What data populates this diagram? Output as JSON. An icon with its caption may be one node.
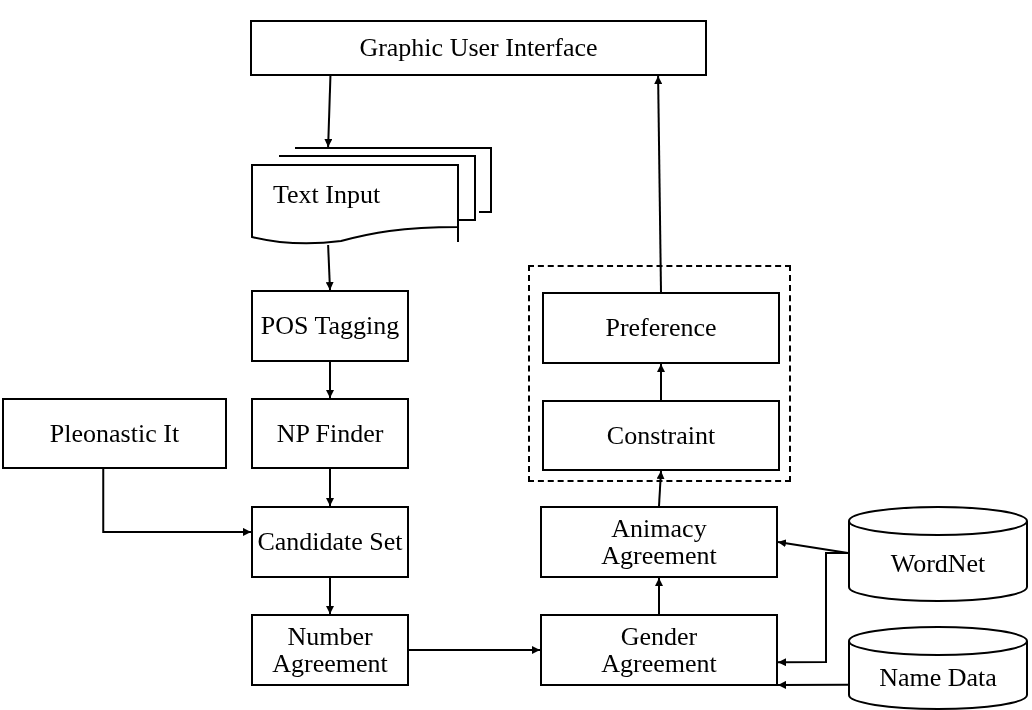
{
  "diagram": {
    "nodes": [
      {
        "text": [
          "Graphic User Interface"
        ]
      },
      {
        "text": [
          "Text Input"
        ]
      },
      {
        "text": [],
        "shape": "box"
      },
      {
        "text": [
          "Preference"
        ],
        "in": 2
      },
      {
        "text": [
          "POS Tagging"
        ]
      },
      {
        "text": [
          "Pleonastic It"
        ]
      },
      {
        "text": [
          "NP Finder"
        ]
      },
      {
        "text": [
          "Constraint"
        ],
        "in": 2
      },
      {
        "text": [
          "Candidate Set"
        ]
      },
      {
        "text": [
          "Animacy Agreement"
        ]
      },
      {
        "text": [
          "WordNet"
        ]
      },
      {
        "text": [
          "Number Agreement"
        ]
      },
      {
        "text": [
          "Gender Agreement"
        ]
      },
      {
        "text": [
          "Name Data"
        ]
      }
    ],
    "edges": [
      {
        "from": 0,
        "to": 1,
        "arrow": "to"
      },
      {
        "from": 1,
        "to": 4,
        "arrow": "to"
      },
      {
        "from": 4,
        "to": 6,
        "arrow": "to"
      },
      {
        "from": 6,
        "to": 8,
        "arrow": "to"
      },
      {
        "from": 5,
        "to": 8,
        "arrow": "to"
      },
      {
        "from": 8,
        "to": 11,
        "arrow": "to"
      },
      {
        "from": 11,
        "to": 12,
        "arrow": "to"
      },
      {
        "from": 12,
        "to": 9,
        "arrow": "to"
      },
      {
        "from": 9,
        "to": 7,
        "arrow": "to"
      },
      {
        "from": 7,
        "to": 3,
        "arrow": "to"
      },
      {
        "from": 3,
        "to": 0,
        "arrow": "to"
      },
      {
        "from": 10,
        "to": 9,
        "arrow": "to"
      },
      {
        "from": 10,
        "to": 12,
        "arrow": "to"
      },
      {
        "from": 13,
        "to": 12,
        "arrow": "to"
      }
    ]
  }
}
